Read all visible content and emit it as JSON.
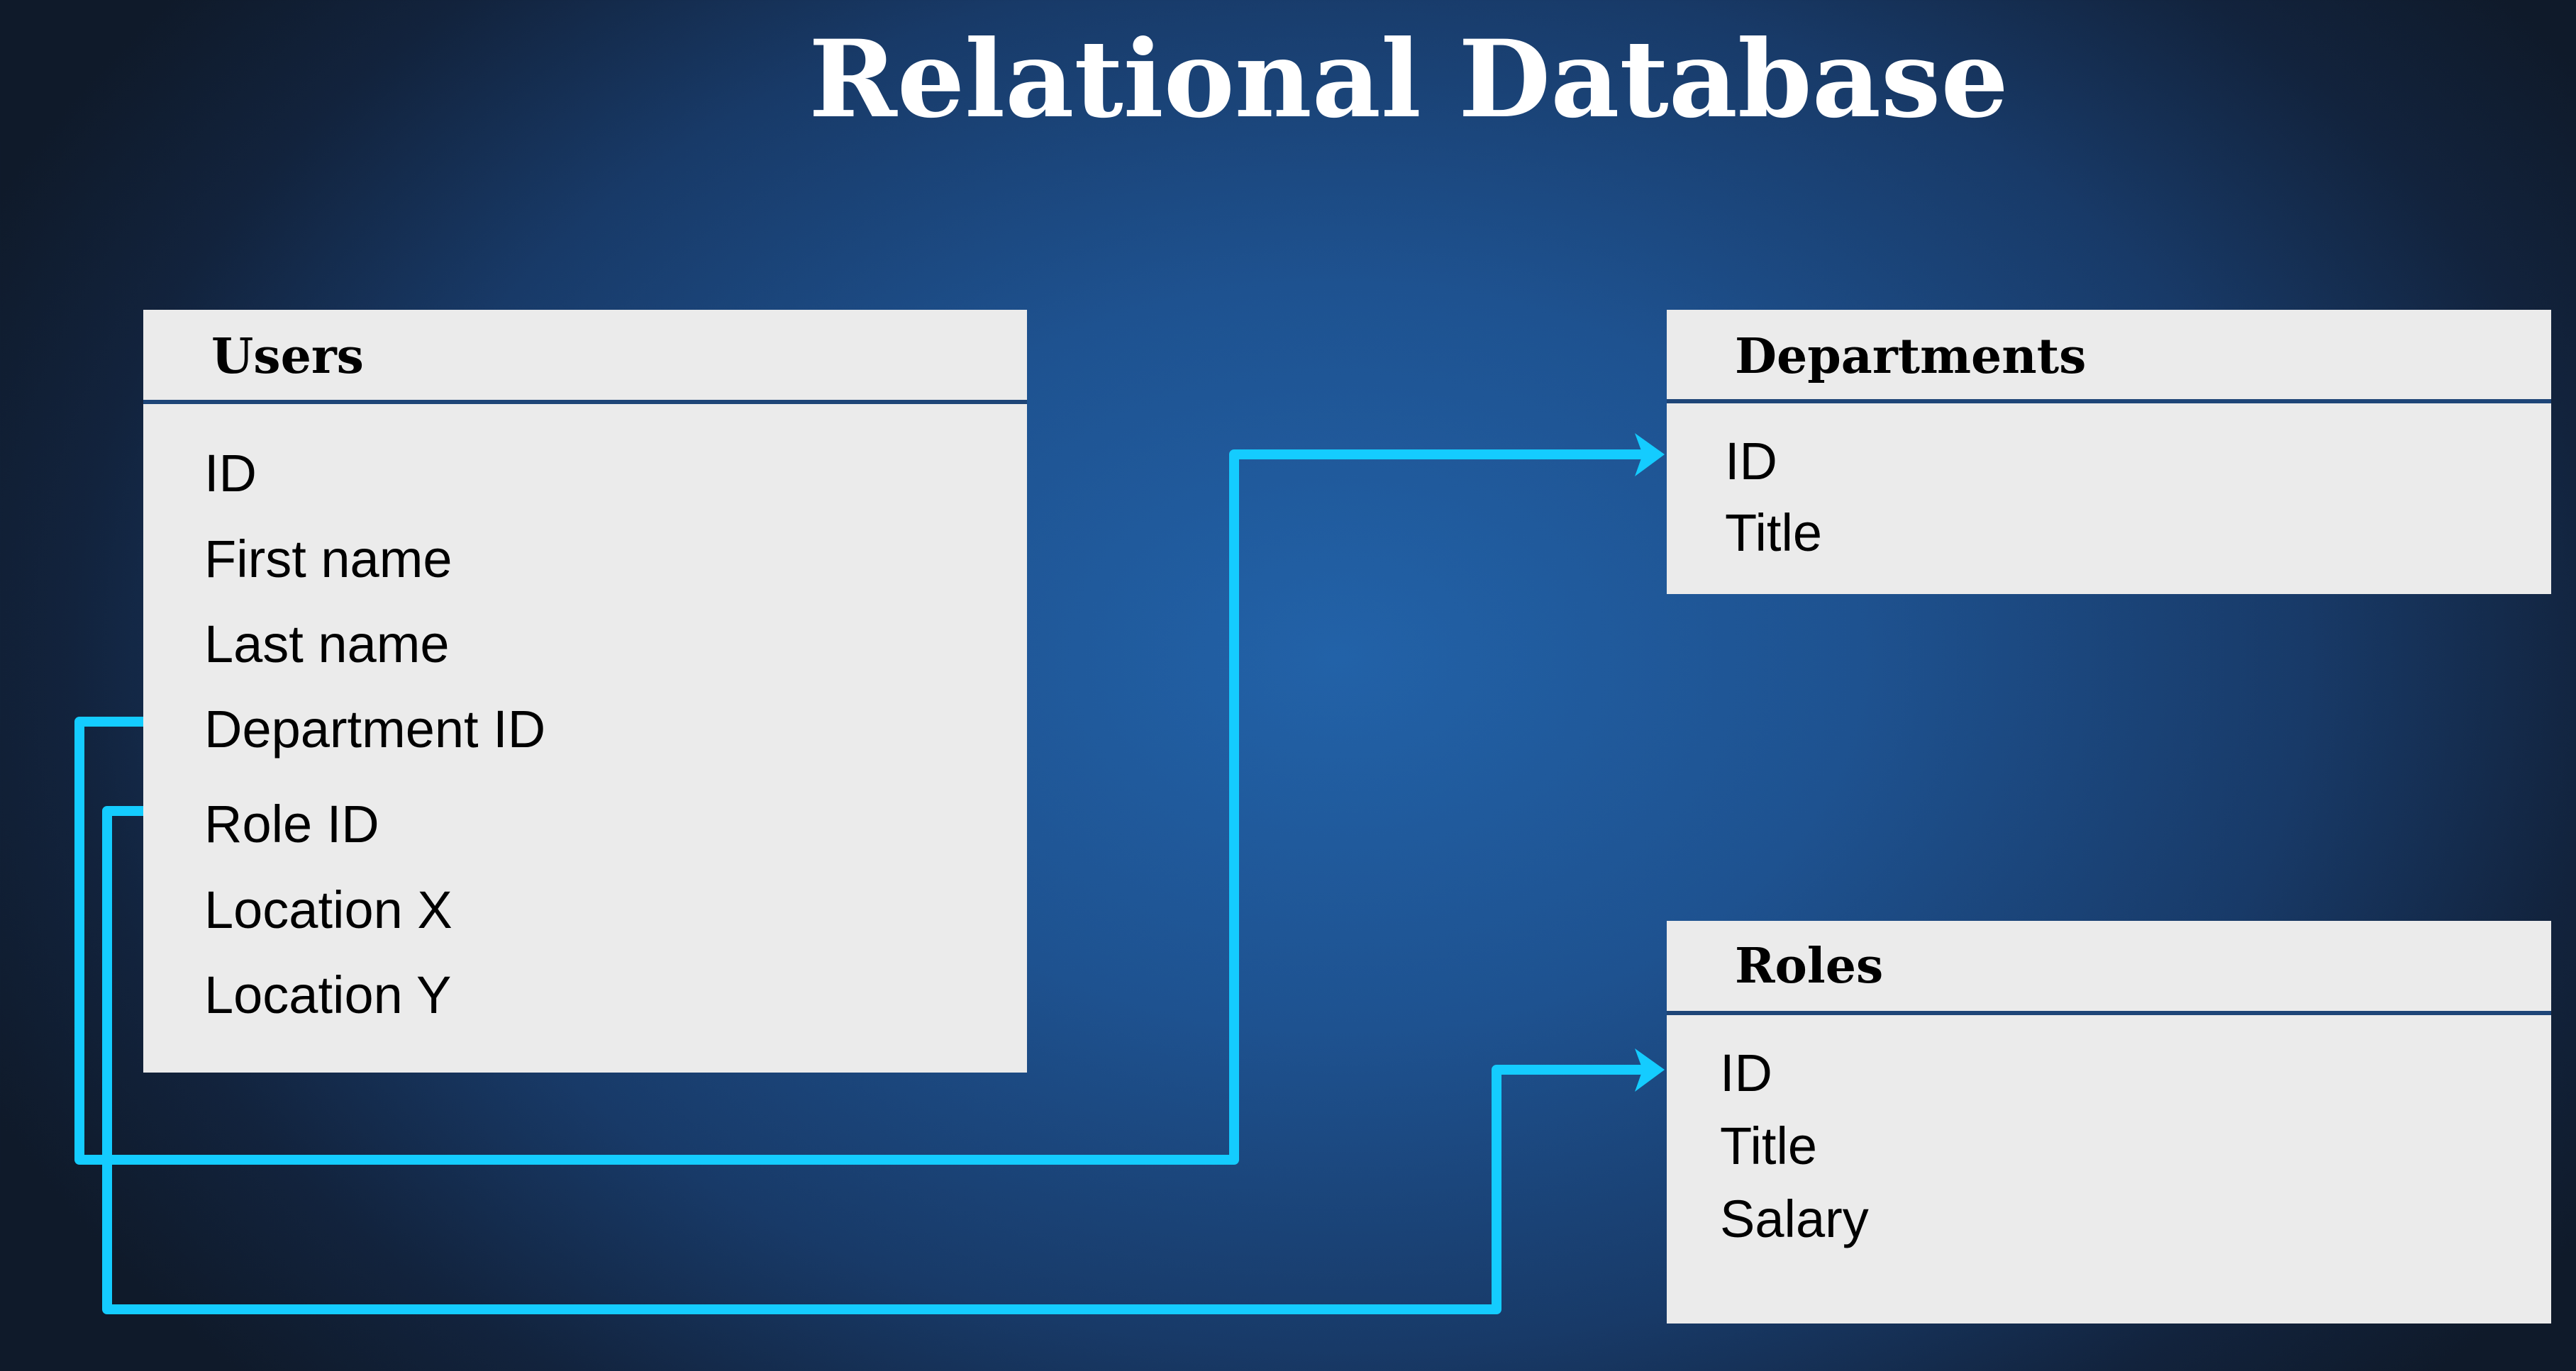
{
  "title": "Relational Database",
  "colors": {
    "background_center": "#2262A8",
    "background_edge": "#0F1A2A",
    "table_fill": "#EBEBEB",
    "divider": "#1E4577",
    "connector": "#14CCFF",
    "title_text": "#FFFFFF",
    "table_text": "#000000"
  },
  "tables": {
    "users": {
      "name": "Users",
      "fields": [
        "ID",
        "First name",
        "Last name",
        "Department ID",
        "Role ID",
        "Location X",
        "Location Y"
      ]
    },
    "departments": {
      "name": "Departments",
      "fields": [
        "ID",
        "Title"
      ]
    },
    "roles": {
      "name": "Roles",
      "fields": [
        "ID",
        "Title",
        "Salary"
      ]
    }
  },
  "relationships": [
    {
      "from_table": "Users",
      "from_field": "Department ID",
      "to_table": "Departments",
      "to_field": "ID",
      "icon": "arrow-right-icon"
    },
    {
      "from_table": "Users",
      "from_field": "Role ID",
      "to_table": "Roles",
      "to_field": "ID",
      "icon": "arrow-right-icon"
    }
  ]
}
